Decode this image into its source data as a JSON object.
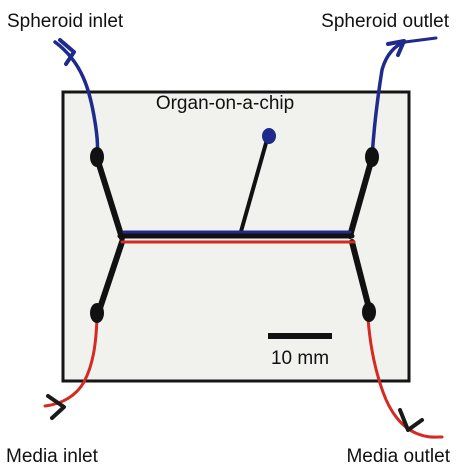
{
  "title": "Organ-on-a-chip",
  "labels": {
    "spheroid_inlet": "Spheroid inlet",
    "spheroid_outlet": "Spheroid outlet",
    "media_inlet": "Media inlet",
    "media_outlet": "Media outlet"
  },
  "scale_bar": {
    "label": "10 mm"
  },
  "colors": {
    "chip_fill": "#f1f1ee",
    "chip_border": "#151515",
    "channel": "#111111",
    "spheroid_tubing": "#1e2a8c",
    "media_tubing": "#d42a22"
  }
}
